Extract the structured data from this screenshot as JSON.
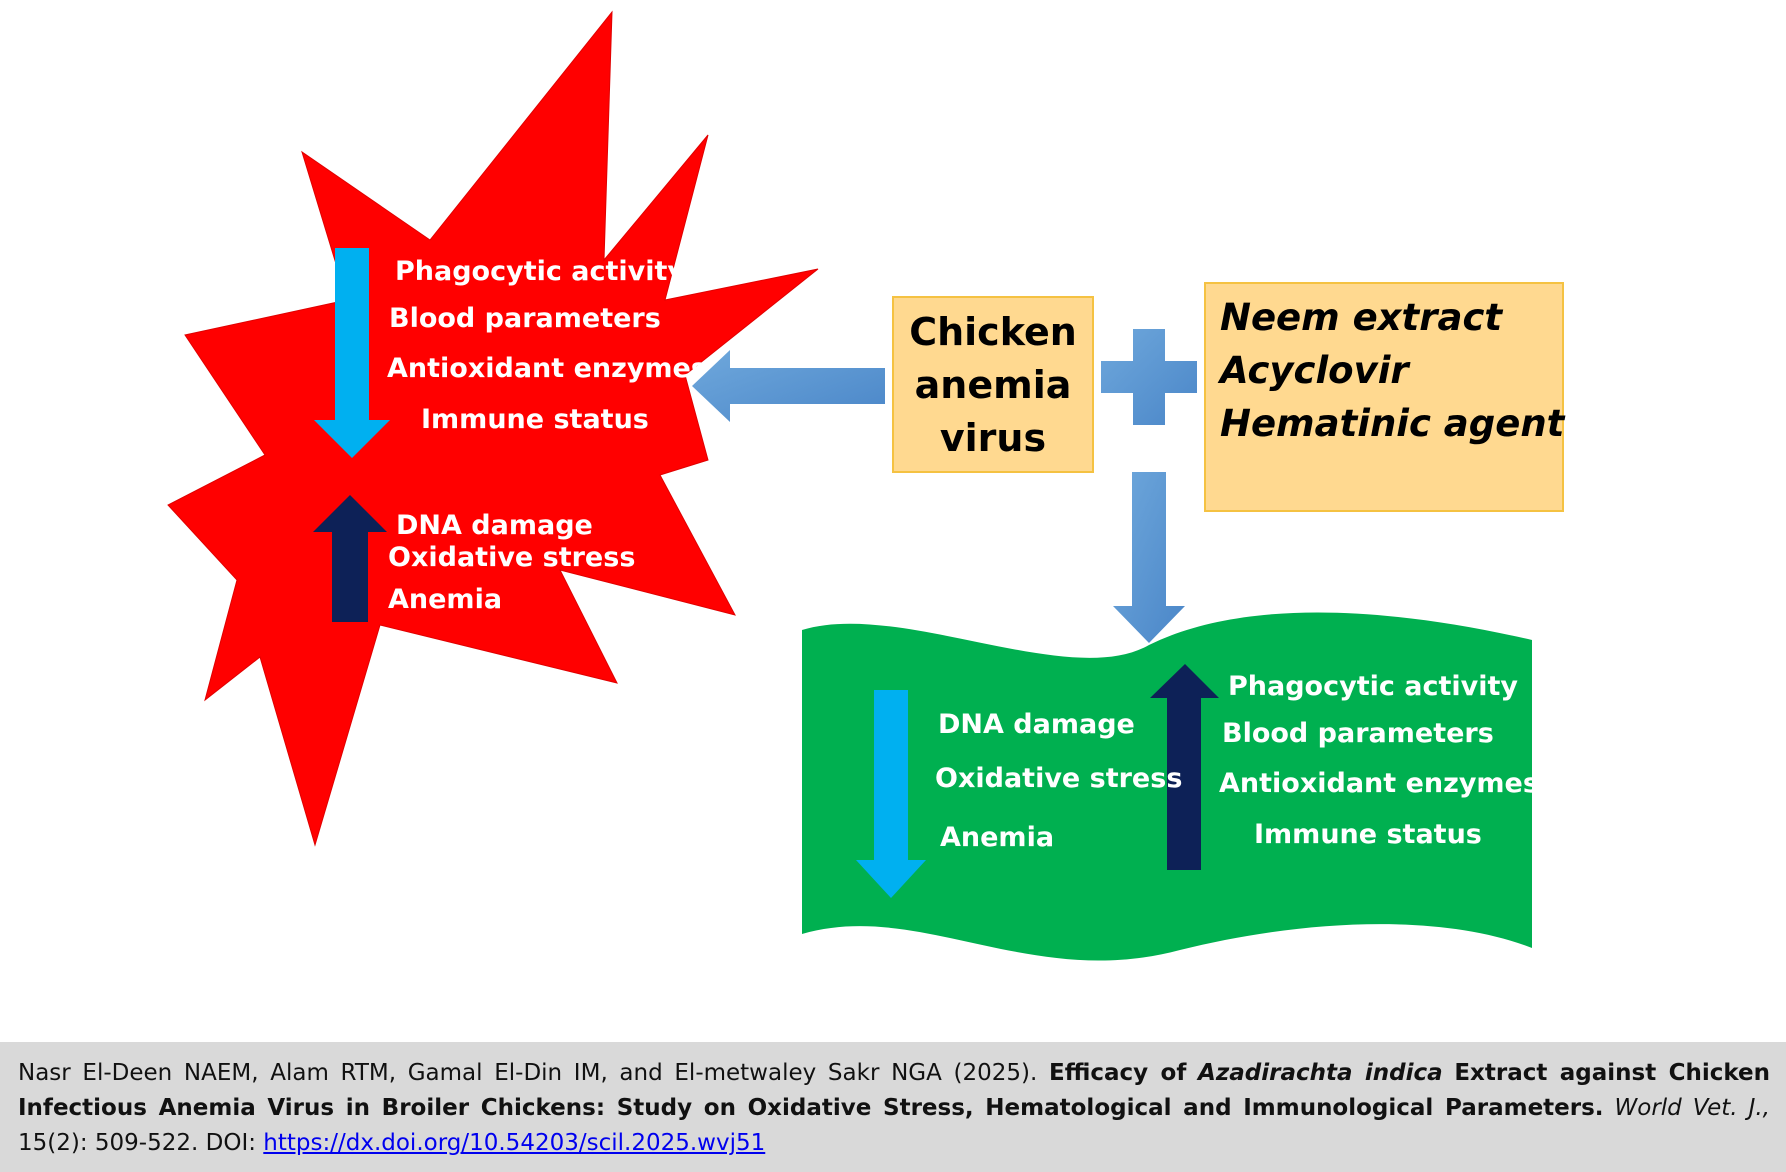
{
  "virus_box": {
    "line1": "Chicken",
    "line2": "anemia",
    "line3": "virus"
  },
  "treatment_box": {
    "item1": "Neem extract",
    "item2": "Acyclovir",
    "item3": "Hematinic agent"
  },
  "infected_star": {
    "decreased": [
      "Phagocytic activity",
      "Blood parameters",
      "Antioxidant enzymes",
      "Immune status"
    ],
    "increased": [
      "DNA damage",
      "Oxidative stress",
      "Anemia"
    ]
  },
  "treated_banner": {
    "decreased": [
      "DNA damage",
      "Oxidative stress",
      "Anemia"
    ],
    "increased": [
      "Phagocytic activity",
      "Blood parameters",
      "Antioxidant enzymes",
      "Immune status"
    ]
  },
  "colors": {
    "star": "#ff0000",
    "banner": "#00b050",
    "box_fill": "#ffd990",
    "box_border": "#f5c242",
    "flow_arrow": "#5b9bd5",
    "down_arrow": "#00b0f0",
    "up_arrow": "#0d2157"
  },
  "citation": {
    "authors": "Nasr El-Deen NAEM, Alam RTM, Gamal El-Din IM, and El-metwaley Sakr NGA (2025).",
    "title_part1": "Efficacy of",
    "title_italic": "Azadirachta indica",
    "title_part2": "Extract against Chicken Infectious Anemia Virus in Broiler Chickens: Study on Oxidative Stress, Hematological and Immunological Parameters.",
    "journal": "World Vet. J.,",
    "volume_pages": "15(2): 509-522. DOI:",
    "doi_link": "https://dx.doi.org/10.54203/scil.2025.wvj51"
  }
}
